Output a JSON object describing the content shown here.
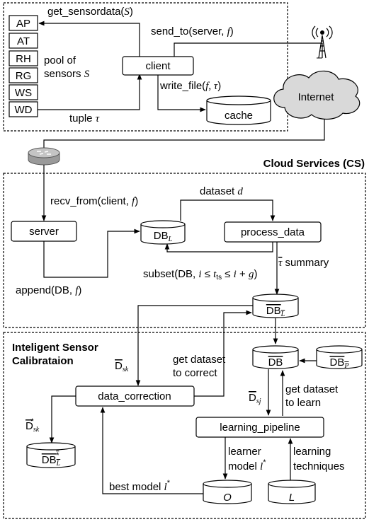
{
  "sensors": {
    "items": [
      "AP",
      "AT",
      "RH",
      "RG",
      "WS",
      "WD"
    ],
    "pool_label_1": "pool of",
    "pool_label_2": "sensors",
    "pool_var": "S"
  },
  "client": {
    "label": "client",
    "get_call": "get_sensordata(",
    "get_arg": "S",
    "send_call": "send_to(server, ",
    "send_arg": "f",
    "write_call": "write_file(",
    "write_args": "f, τ",
    "tuple_label": "tuple",
    "tuple_var": "τ"
  },
  "cache": {
    "label": "cache"
  },
  "internet": {
    "label": "Internet"
  },
  "cloud": {
    "title": "Cloud Services (CS)",
    "recv_call": "recv_from(client, ",
    "recv_arg": "f",
    "server_label": "server",
    "db_label": "DB",
    "db_sub": "L",
    "dataset_label": "dataset",
    "dataset_var": "d",
    "process_label": "process_data",
    "summary_label": "summary",
    "summary_var": "τ",
    "subset_label_1": "subset(DB, ",
    "subset_i": "i",
    "subset_le1": " ≤ ",
    "subset_t": "t",
    "subset_ts": "ts",
    "subset_le2": " ≤ ",
    "subset_i2": "i",
    "subset_plus": " + ",
    "subset_g": "g",
    "subset_close": ")",
    "append_call": "append(DB, ",
    "append_arg": "f",
    "dbbar_label": "DB",
    "dbbar_sub": "L"
  },
  "isc": {
    "title_1": "Inteligent Sensor",
    "title_2": "Calibrataion",
    "dsk_label": "D",
    "dsk_sub": "sk",
    "get_correct_1": "get dataset",
    "get_correct_2": "to correct",
    "db_label": "DB",
    "dbp_label": "DB",
    "dbp_sub": "P",
    "dsj_label": "D",
    "dsj_sub": "sj",
    "get_learn_1": "get dataset",
    "get_learn_2": "to learn",
    "correction_label": "data_correction",
    "dskstar_label": "D",
    "dskstar_sub": "sk",
    "dskstar_sup": "*",
    "dbstar_label": "DB",
    "dbstar_sub": "L",
    "dbstar_sup": "*",
    "pipeline_label": "learning_pipeline",
    "learner_1": "learner",
    "learner_2": "model",
    "learner_var": "l",
    "learner_sup": "*",
    "techniques_1": "learning",
    "techniques_2": "techniques",
    "best_model": "best model",
    "best_var": "l",
    "best_sup": "*",
    "o_label": "O",
    "l_label": "L"
  }
}
